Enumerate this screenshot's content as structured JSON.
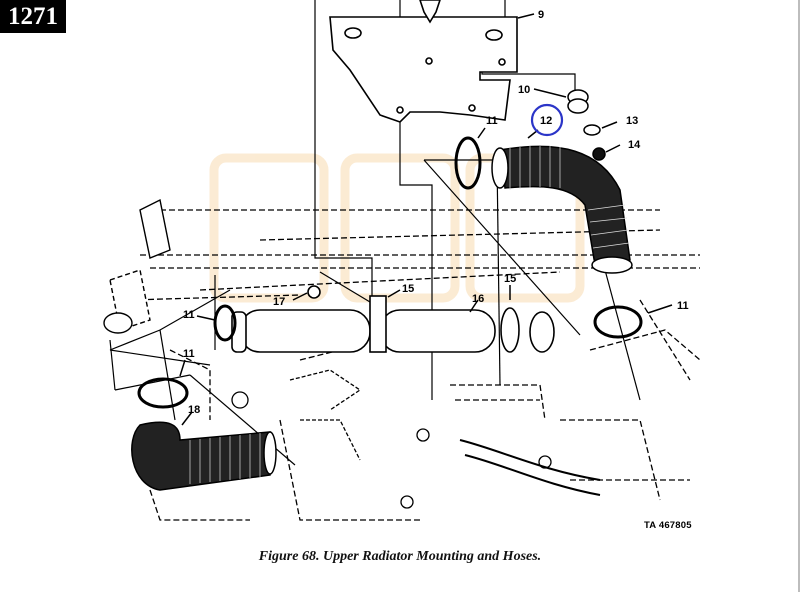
{
  "page_number": "1271",
  "figure": {
    "caption": "Figure 68. Upper Radiator Mounting and Hoses.",
    "ta_code": "TA 467805"
  },
  "callouts": {
    "c9": "9",
    "c10": "10",
    "c11_top": "11",
    "c12": "12",
    "c13": "13",
    "c14": "14",
    "c11_right": "11",
    "c15_right": "15",
    "c15_center": "15",
    "c16": "16",
    "c17": "17",
    "c11_left": "11",
    "c11_lower": "11",
    "c18": "18"
  },
  "highlight": {
    "target_callout": "12",
    "color": "#2b35c8"
  },
  "colors": {
    "watermark": "#fbe9cf",
    "ink": "#000000"
  }
}
